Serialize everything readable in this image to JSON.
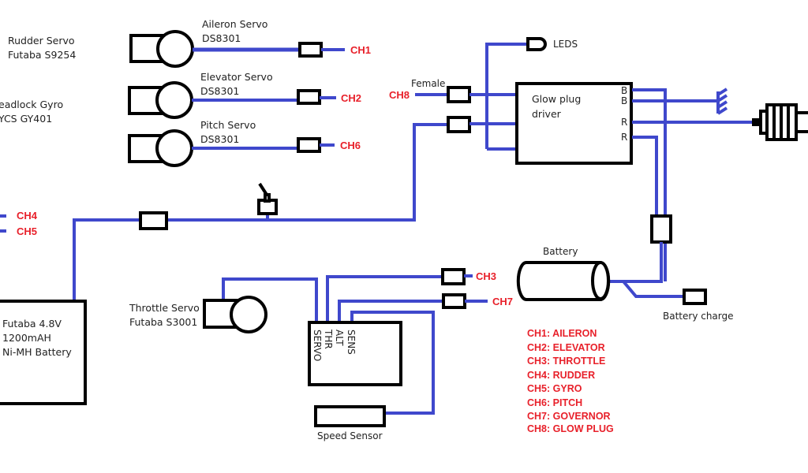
{
  "diagram": {
    "title": "RC Helicopter Wiring Diagram",
    "colors": {
      "wire": "#3f48cc",
      "component_outline": "#000000",
      "channel_label": "#e8202a",
      "text": "#222222"
    },
    "components": {
      "rudder_servo": {
        "name": "Rudder Servo",
        "model": "Futaba S9254"
      },
      "gyro": {
        "name": "eadlock Gyro",
        "model": "YCS GY401"
      },
      "aileron_servo": {
        "name": "Aileron Servo",
        "model": "DS8301",
        "channel": "CH1"
      },
      "elevator_servo": {
        "name": "Elevator Servo",
        "model": "DS8301",
        "channel": "CH2"
      },
      "pitch_servo": {
        "name": "Pitch Servo",
        "model": "DS8301",
        "channel": "CH6"
      },
      "left_channels": [
        "CH4",
        "CH5"
      ],
      "glow_driver": {
        "line1": "Glow plug",
        "line2": "driver",
        "pins": [
          "B",
          "B",
          "R",
          "R"
        ],
        "input_label": "Female",
        "input_channel": "CH8",
        "leds_label": "LEDS"
      },
      "rx_battery": {
        "line1": "Futaba 4.8V",
        "line2": "1200mAH",
        "line3": "Ni-MH Battery"
      },
      "throttle_servo": {
        "name": "Throttle Servo",
        "model": "Futaba S3001"
      },
      "governor": {
        "pins_left": [
          "SERVO",
          "THR",
          "ALT"
        ],
        "pins_right": [
          "SENS"
        ],
        "throttle_channel": "CH3",
        "governor_channel": "CH7"
      },
      "speed_sensor": {
        "label": "Speed Sensor"
      },
      "glow_battery": {
        "label": "Battery"
      },
      "battery_charge": {
        "label": "Battery charge"
      }
    },
    "legend": [
      "CH1: AILERON",
      "CH2: ELEVATOR",
      "CH3: THROTTLE",
      "CH4: RUDDER",
      "CH5: GYRO",
      "CH6: PITCH",
      "CH7: GOVERNOR",
      "CH8: GLOW PLUG"
    ]
  }
}
